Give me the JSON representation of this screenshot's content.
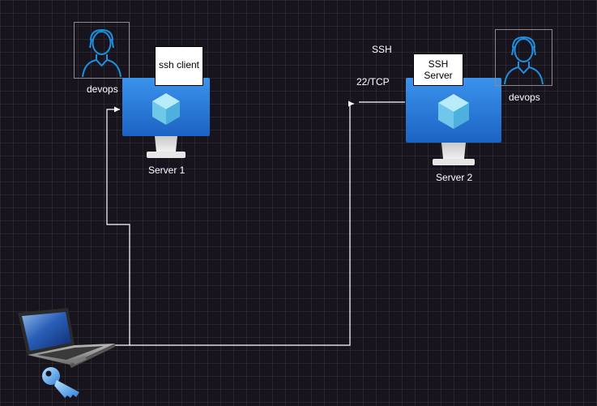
{
  "nodes": {
    "user_left": {
      "label": "devops",
      "icon": "user-icon"
    },
    "ssh_client": {
      "label": "ssh client"
    },
    "server1": {
      "label": "Server 1",
      "icon": "monitor-cube-icon"
    },
    "ssh_server": {
      "label": "SSH\nServer"
    },
    "server2": {
      "label": "Server 2",
      "icon": "monitor-cube-icon"
    },
    "user_right": {
      "label": "devops",
      "icon": "user-icon"
    },
    "laptop": {
      "icon": "laptop-icon",
      "key_icon": "key-icon"
    }
  },
  "edges": {
    "ssh_label": "SSH",
    "port_label": "22/TCP"
  },
  "colors": {
    "background": "#18141d",
    "monitor_blue": "#2c7fdd",
    "cube": "#7fd3f0",
    "user_outline": "#1f8fe0",
    "connector": "#ffffff"
  }
}
